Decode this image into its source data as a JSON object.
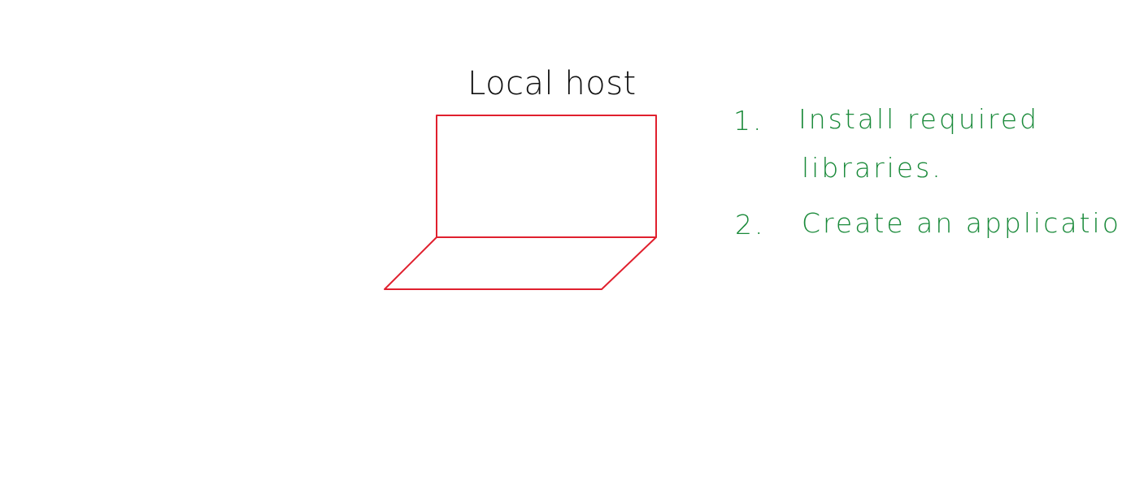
{
  "diagram": {
    "title": "Local host",
    "notes": [
      {
        "number": "1.",
        "lines": [
          "Install required",
          "libraries."
        ]
      },
      {
        "number": "2.",
        "lines": [
          "Create an application"
        ]
      }
    ]
  },
  "colors": {
    "laptop_stroke": "#e0202e",
    "notes_ink": "#1a8a3a",
    "title_ink": "#111111"
  }
}
